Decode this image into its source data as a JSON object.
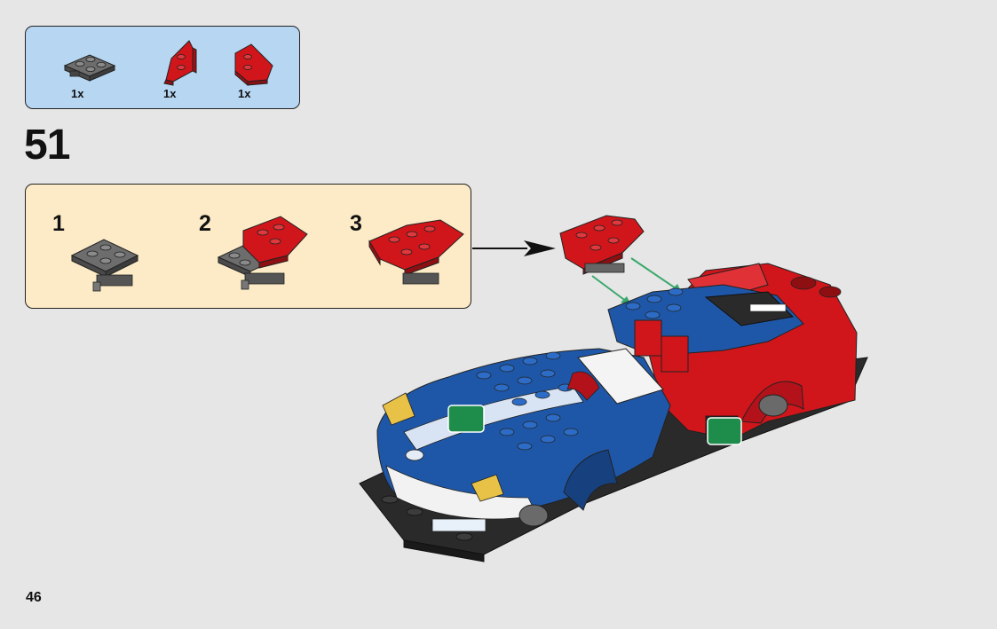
{
  "parts_list": {
    "items": [
      {
        "name": "dark-gray-plate-with-clip",
        "quantity": "1x",
        "color": "#5b5b5b"
      },
      {
        "name": "red-wedge-plate-left",
        "quantity": "1x",
        "color": "#d0161b"
      },
      {
        "name": "red-wedge-plate-right",
        "quantity": "1x",
        "color": "#d0161b"
      }
    ]
  },
  "step": {
    "number": "51"
  },
  "sub_steps": [
    {
      "number": "1"
    },
    {
      "number": "2"
    },
    {
      "number": "3"
    }
  ],
  "page": {
    "number": "46"
  },
  "colors": {
    "background": "#e6e6e6",
    "parts_box": "#b6d6f2",
    "sub_box": "#fcebc6",
    "brick_red": "#d0161b",
    "brick_blue": "#1f57a8",
    "brick_dark_gray": "#5b5b5b",
    "brick_black": "#2a2a2a",
    "guide_arrow_green": "#3aa86b"
  }
}
